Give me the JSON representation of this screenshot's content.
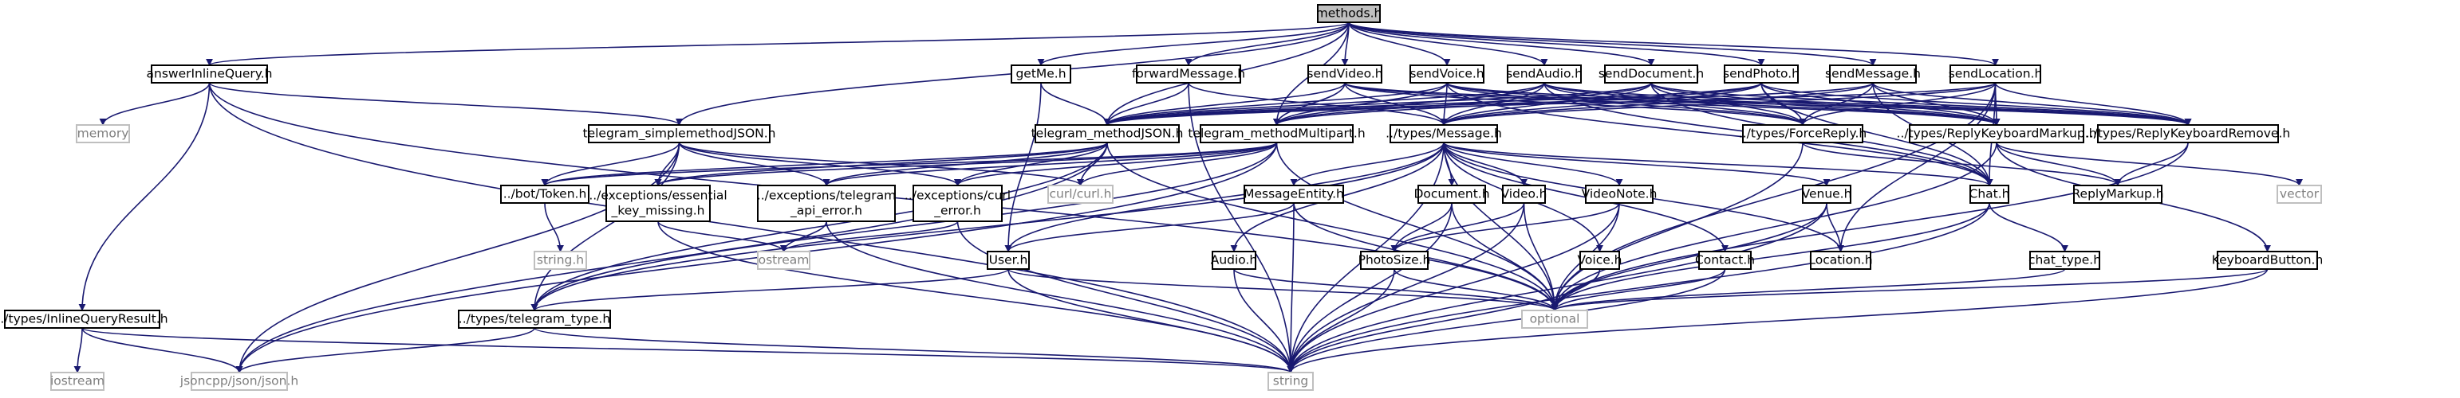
{
  "graph": {
    "edge_color": "#191970",
    "root_fill": "#bfbfbf",
    "nodes": [
      {
        "id": "methods",
        "lines": [
          "methods.h"
        ],
        "kind": "root"
      },
      {
        "id": "answerInlineQuery",
        "lines": [
          "answerInlineQuery.h"
        ],
        "kind": "normal"
      },
      {
        "id": "getMe",
        "lines": [
          "getMe.h"
        ],
        "kind": "normal"
      },
      {
        "id": "forwardMessage",
        "lines": [
          "forwardMessage.h"
        ],
        "kind": "normal"
      },
      {
        "id": "sendVideo",
        "lines": [
          "sendVideo.h"
        ],
        "kind": "normal"
      },
      {
        "id": "sendVoice",
        "lines": [
          "sendVoice.h"
        ],
        "kind": "normal"
      },
      {
        "id": "sendAudio",
        "lines": [
          "sendAudio.h"
        ],
        "kind": "normal"
      },
      {
        "id": "sendDocument",
        "lines": [
          "sendDocument.h"
        ],
        "kind": "normal"
      },
      {
        "id": "sendPhoto",
        "lines": [
          "sendPhoto.h"
        ],
        "kind": "normal"
      },
      {
        "id": "sendMessage",
        "lines": [
          "sendMessage.h"
        ],
        "kind": "normal"
      },
      {
        "id": "sendLocation",
        "lines": [
          "sendLocation.h"
        ],
        "kind": "normal"
      },
      {
        "id": "memory",
        "lines": [
          "memory"
        ],
        "kind": "leaf"
      },
      {
        "id": "simpleJSON",
        "lines": [
          "telegram_simplemethodJSON.h"
        ],
        "kind": "normal"
      },
      {
        "id": "methodJSON",
        "lines": [
          "telegram_methodJSON.h"
        ],
        "kind": "normal"
      },
      {
        "id": "multipart",
        "lines": [
          "telegram_methodMultipart.h"
        ],
        "kind": "normal"
      },
      {
        "id": "message",
        "lines": [
          "../types/Message.h"
        ],
        "kind": "normal"
      },
      {
        "id": "forceReply",
        "lines": [
          "../types/ForceReply.h"
        ],
        "kind": "normal"
      },
      {
        "id": "replyKbMarkup",
        "lines": [
          "../types/ReplyKeyboardMarkup.h"
        ],
        "kind": "normal"
      },
      {
        "id": "replyKbRemove",
        "lines": [
          "../types/ReplyKeyboardRemove.h"
        ],
        "kind": "normal"
      },
      {
        "id": "token",
        "lines": [
          "../bot/Token.h"
        ],
        "kind": "normal"
      },
      {
        "id": "essential",
        "lines": [
          "../exceptions/essential",
          "_key_missing.h"
        ],
        "kind": "normal"
      },
      {
        "id": "apiError",
        "lines": [
          "../exceptions/telegram",
          "_api_error.h"
        ],
        "kind": "normal"
      },
      {
        "id": "curlError",
        "lines": [
          "../exceptions/curl",
          "_error.h"
        ],
        "kind": "normal"
      },
      {
        "id": "curlh",
        "lines": [
          "curl/curl.h"
        ],
        "kind": "leaf"
      },
      {
        "id": "messageEntity",
        "lines": [
          "MessageEntity.h"
        ],
        "kind": "normal"
      },
      {
        "id": "document",
        "lines": [
          "Document.h"
        ],
        "kind": "normal"
      },
      {
        "id": "video",
        "lines": [
          "Video.h"
        ],
        "kind": "normal"
      },
      {
        "id": "videoNote",
        "lines": [
          "VideoNote.h"
        ],
        "kind": "normal"
      },
      {
        "id": "chat",
        "lines": [
          "Chat.h"
        ],
        "kind": "normal"
      },
      {
        "id": "replyMarkup",
        "lines": [
          "ReplyMarkup.h"
        ],
        "kind": "normal"
      },
      {
        "id": "venue",
        "lines": [
          "Venue.h"
        ],
        "kind": "normal"
      },
      {
        "id": "vector",
        "lines": [
          "vector"
        ],
        "kind": "leaf"
      },
      {
        "id": "stringh",
        "lines": [
          "string.h"
        ],
        "kind": "leaf"
      },
      {
        "id": "ostream",
        "lines": [
          "ostream"
        ],
        "kind": "leaf"
      },
      {
        "id": "user",
        "lines": [
          "User.h"
        ],
        "kind": "normal"
      },
      {
        "id": "audio",
        "lines": [
          "Audio.h"
        ],
        "kind": "normal"
      },
      {
        "id": "photoSize",
        "lines": [
          "PhotoSize.h"
        ],
        "kind": "normal"
      },
      {
        "id": "voice",
        "lines": [
          "Voice.h"
        ],
        "kind": "normal"
      },
      {
        "id": "contact",
        "lines": [
          "Contact.h"
        ],
        "kind": "normal"
      },
      {
        "id": "location",
        "lines": [
          "Location.h"
        ],
        "kind": "normal"
      },
      {
        "id": "chatType",
        "lines": [
          "chat_type.h"
        ],
        "kind": "normal"
      },
      {
        "id": "keyboardButton",
        "lines": [
          "KeyboardButton.h"
        ],
        "kind": "normal"
      },
      {
        "id": "telegramType",
        "lines": [
          "../types/telegram_type.h"
        ],
        "kind": "normal"
      },
      {
        "id": "optional",
        "lines": [
          "optional"
        ],
        "kind": "leaf"
      },
      {
        "id": "inlineQueryResult",
        "lines": [
          "../types/InlineQueryResult.h"
        ],
        "kind": "normal"
      },
      {
        "id": "iostream",
        "lines": [
          "iostream"
        ],
        "kind": "leaf"
      },
      {
        "id": "jsoncpp",
        "lines": [
          "jsoncpp/json/json.h"
        ],
        "kind": "leaf"
      },
      {
        "id": "string",
        "lines": [
          "string"
        ],
        "kind": "leaf"
      }
    ],
    "edges": [
      [
        "methods",
        "answerInlineQuery"
      ],
      [
        "methods",
        "getMe"
      ],
      [
        "methods",
        "forwardMessage"
      ],
      [
        "methods",
        "sendVideo"
      ],
      [
        "methods",
        "sendVoice"
      ],
      [
        "methods",
        "sendAudio"
      ],
      [
        "methods",
        "sendDocument"
      ],
      [
        "methods",
        "sendPhoto"
      ],
      [
        "methods",
        "sendMessage"
      ],
      [
        "methods",
        "sendLocation"
      ],
      [
        "methods",
        "simpleJSON"
      ],
      [
        "methods",
        "methodJSON"
      ],
      [
        "methods",
        "multipart"
      ],
      [
        "answerInlineQuery",
        "memory"
      ],
      [
        "answerInlineQuery",
        "simpleJSON"
      ],
      [
        "answerInlineQuery",
        "inlineQueryResult"
      ],
      [
        "answerInlineQuery",
        "optional"
      ],
      [
        "answerInlineQuery",
        "string"
      ],
      [
        "getMe",
        "methodJSON"
      ],
      [
        "getMe",
        "user"
      ],
      [
        "forwardMessage",
        "methodJSON"
      ],
      [
        "forwardMessage",
        "message"
      ],
      [
        "forwardMessage",
        "string"
      ],
      [
        "sendVideo",
        "methodJSON"
      ],
      [
        "sendVideo",
        "multipart"
      ],
      [
        "sendVideo",
        "message"
      ],
      [
        "sendVideo",
        "forceReply"
      ],
      [
        "sendVideo",
        "replyKbMarkup"
      ],
      [
        "sendVideo",
        "replyKbRemove"
      ],
      [
        "sendVoice",
        "methodJSON"
      ],
      [
        "sendVoice",
        "multipart"
      ],
      [
        "sendVoice",
        "message"
      ],
      [
        "sendVoice",
        "forceReply"
      ],
      [
        "sendVoice",
        "replyKbMarkup"
      ],
      [
        "sendVoice",
        "replyKbRemove"
      ],
      [
        "sendVoice",
        "chat"
      ],
      [
        "sendAudio",
        "methodJSON"
      ],
      [
        "sendAudio",
        "multipart"
      ],
      [
        "sendAudio",
        "message"
      ],
      [
        "sendAudio",
        "forceReply"
      ],
      [
        "sendAudio",
        "replyKbMarkup"
      ],
      [
        "sendAudio",
        "replyKbRemove"
      ],
      [
        "sendAudio",
        "chat"
      ],
      [
        "sendDocument",
        "methodJSON"
      ],
      [
        "sendDocument",
        "multipart"
      ],
      [
        "sendDocument",
        "message"
      ],
      [
        "sendDocument",
        "forceReply"
      ],
      [
        "sendDocument",
        "replyKbMarkup"
      ],
      [
        "sendDocument",
        "replyKbRemove"
      ],
      [
        "sendDocument",
        "chat"
      ],
      [
        "sendPhoto",
        "methodJSON"
      ],
      [
        "sendPhoto",
        "multipart"
      ],
      [
        "sendPhoto",
        "message"
      ],
      [
        "sendPhoto",
        "forceReply"
      ],
      [
        "sendPhoto",
        "replyKbMarkup"
      ],
      [
        "sendPhoto",
        "replyKbRemove"
      ],
      [
        "sendPhoto",
        "chat"
      ],
      [
        "sendMessage",
        "methodJSON"
      ],
      [
        "sendMessage",
        "message"
      ],
      [
        "sendMessage",
        "forceReply"
      ],
      [
        "sendMessage",
        "replyKbMarkup"
      ],
      [
        "sendMessage",
        "replyKbRemove"
      ],
      [
        "sendMessage",
        "chat"
      ],
      [
        "sendLocation",
        "methodJSON"
      ],
      [
        "sendLocation",
        "message"
      ],
      [
        "sendLocation",
        "forceReply"
      ],
      [
        "sendLocation",
        "replyKbMarkup"
      ],
      [
        "sendLocation",
        "replyKbRemove"
      ],
      [
        "sendLocation",
        "chat"
      ],
      [
        "sendLocation",
        "location"
      ],
      [
        "sendLocation",
        "optional"
      ],
      [
        "simpleJSON",
        "token"
      ],
      [
        "simpleJSON",
        "essential"
      ],
      [
        "simpleJSON",
        "apiError"
      ],
      [
        "simpleJSON",
        "curlError"
      ],
      [
        "simpleJSON",
        "telegramType"
      ],
      [
        "simpleJSON",
        "curlh"
      ],
      [
        "simpleJSON",
        "jsoncpp"
      ],
      [
        "methodJSON",
        "token"
      ],
      [
        "methodJSON",
        "essential"
      ],
      [
        "methodJSON",
        "apiError"
      ],
      [
        "methodJSON",
        "curlError"
      ],
      [
        "methodJSON",
        "telegramType"
      ],
      [
        "methodJSON",
        "curlh"
      ],
      [
        "methodJSON",
        "jsoncpp"
      ],
      [
        "methodJSON",
        "optional"
      ],
      [
        "multipart",
        "token"
      ],
      [
        "multipart",
        "essential"
      ],
      [
        "multipart",
        "apiError"
      ],
      [
        "multipart",
        "curlError"
      ],
      [
        "multipart",
        "telegramType"
      ],
      [
        "multipart",
        "curlh"
      ],
      [
        "multipart",
        "jsoncpp"
      ],
      [
        "multipart",
        "optional"
      ],
      [
        "message",
        "messageEntity"
      ],
      [
        "message",
        "document"
      ],
      [
        "message",
        "video"
      ],
      [
        "message",
        "videoNote"
      ],
      [
        "message",
        "chat"
      ],
      [
        "message",
        "venue"
      ],
      [
        "message",
        "user"
      ],
      [
        "message",
        "audio"
      ],
      [
        "message",
        "voice"
      ],
      [
        "message",
        "contact"
      ],
      [
        "message",
        "location"
      ],
      [
        "message",
        "telegramType"
      ],
      [
        "message",
        "optional"
      ],
      [
        "message",
        "string"
      ],
      [
        "forceReply",
        "replyMarkup"
      ],
      [
        "forceReply",
        "optional"
      ],
      [
        "replyKbMarkup",
        "replyMarkup"
      ],
      [
        "replyKbMarkup",
        "vector"
      ],
      [
        "replyKbMarkup",
        "keyboardButton"
      ],
      [
        "replyKbMarkup",
        "optional"
      ],
      [
        "replyKbRemove",
        "replyMarkup"
      ],
      [
        "replyKbRemove",
        "optional"
      ],
      [
        "token",
        "stringh"
      ],
      [
        "essential",
        "ostream"
      ],
      [
        "essential",
        "string"
      ],
      [
        "apiError",
        "ostream"
      ],
      [
        "apiError",
        "string"
      ],
      [
        "curlError",
        "ostream"
      ],
      [
        "curlError",
        "string"
      ],
      [
        "messageEntity",
        "user"
      ],
      [
        "messageEntity",
        "optional"
      ],
      [
        "messageEntity",
        "string"
      ],
      [
        "document",
        "photoSize"
      ],
      [
        "document",
        "optional"
      ],
      [
        "document",
        "string"
      ],
      [
        "video",
        "photoSize"
      ],
      [
        "video",
        "optional"
      ],
      [
        "video",
        "string"
      ],
      [
        "videoNote",
        "photoSize"
      ],
      [
        "videoNote",
        "optional"
      ],
      [
        "videoNote",
        "string"
      ],
      [
        "chat",
        "chatType"
      ],
      [
        "chat",
        "optional"
      ],
      [
        "chat",
        "string"
      ],
      [
        "venue",
        "location"
      ],
      [
        "venue",
        "optional"
      ],
      [
        "venue",
        "string"
      ],
      [
        "user",
        "telegramType"
      ],
      [
        "user",
        "optional"
      ],
      [
        "user",
        "string"
      ],
      [
        "audio",
        "optional"
      ],
      [
        "audio",
        "string"
      ],
      [
        "photoSize",
        "optional"
      ],
      [
        "photoSize",
        "string"
      ],
      [
        "voice",
        "optional"
      ],
      [
        "voice",
        "string"
      ],
      [
        "contact",
        "optional"
      ],
      [
        "contact",
        "string"
      ],
      [
        "chatType",
        "optional"
      ],
      [
        "keyboardButton",
        "optional"
      ],
      [
        "keyboardButton",
        "string"
      ],
      [
        "telegramType",
        "jsoncpp"
      ],
      [
        "telegramType",
        "string"
      ],
      [
        "inlineQueryResult",
        "iostream"
      ],
      [
        "inlineQueryResult",
        "jsoncpp"
      ],
      [
        "inlineQueryResult",
        "string"
      ]
    ]
  }
}
